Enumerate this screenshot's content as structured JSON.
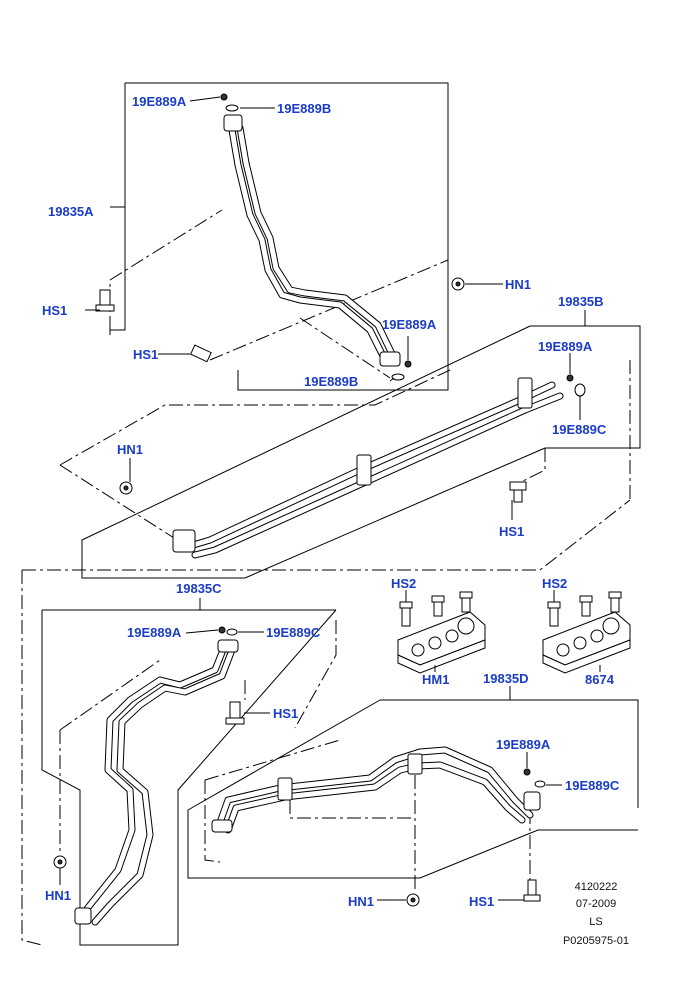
{
  "labels": {
    "a_19E889A_top": "19E889A",
    "a_19E889B_top": "19E889B",
    "a_19835A": "19835A",
    "a_HS1_a": "HS1",
    "a_HS1_b": "HS1",
    "a_HN1_top": "HN1",
    "a_19E889A_mid": "19E889A",
    "a_19E889B_mid": "19E889B",
    "b_19835B": "19835B",
    "b_19E889A": "19E889A",
    "b_19E889C": "19E889C",
    "b_HN1": "HN1",
    "b_HS1": "HS1",
    "c_19835C": "19835C",
    "c_19E889A": "19E889A",
    "c_19E889C": "19E889C",
    "c_HS1": "HS1",
    "c_HN1": "HN1",
    "hs2_left": "HS2",
    "hm1": "HM1",
    "hs2_right": "HS2",
    "p8674": "8674",
    "d_19835D": "19835D",
    "d_19E889A": "19E889A",
    "d_19E889C": "19E889C",
    "d_HN1": "HN1",
    "d_HS1": "HS1"
  },
  "info": {
    "id": "4120222",
    "date": "07-2009",
    "code": "LS",
    "ref": "P0205975-01"
  },
  "colors": {
    "label": "#1a3cc8",
    "line": "#000000"
  }
}
